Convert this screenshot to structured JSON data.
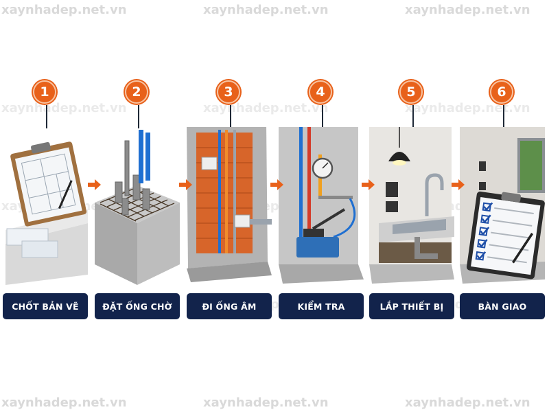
{
  "watermark": "xaynhadep.net.vn",
  "accent_color": "#e8611a",
  "label_color": "#12234b",
  "steps": [
    {
      "number": "1",
      "label": "CHỐT BẢN VẼ",
      "icon": "blueprint-clipboard-icon"
    },
    {
      "number": "2",
      "label": "ĐẶT ỐNG CHỜ",
      "icon": "rebar-pipe-sleeves-icon"
    },
    {
      "number": "3",
      "label": "ĐI ỐNG ÂM",
      "icon": "wall-embedded-pipes-icon"
    },
    {
      "number": "4",
      "label": "KIỂM TRA",
      "icon": "pressure-test-pump-icon"
    },
    {
      "number": "5",
      "label": "LẮP THIẾT BỊ",
      "icon": "sink-faucet-icon"
    },
    {
      "number": "6",
      "label": "BÀN GIAO",
      "icon": "checklist-clipboard-icon"
    }
  ]
}
